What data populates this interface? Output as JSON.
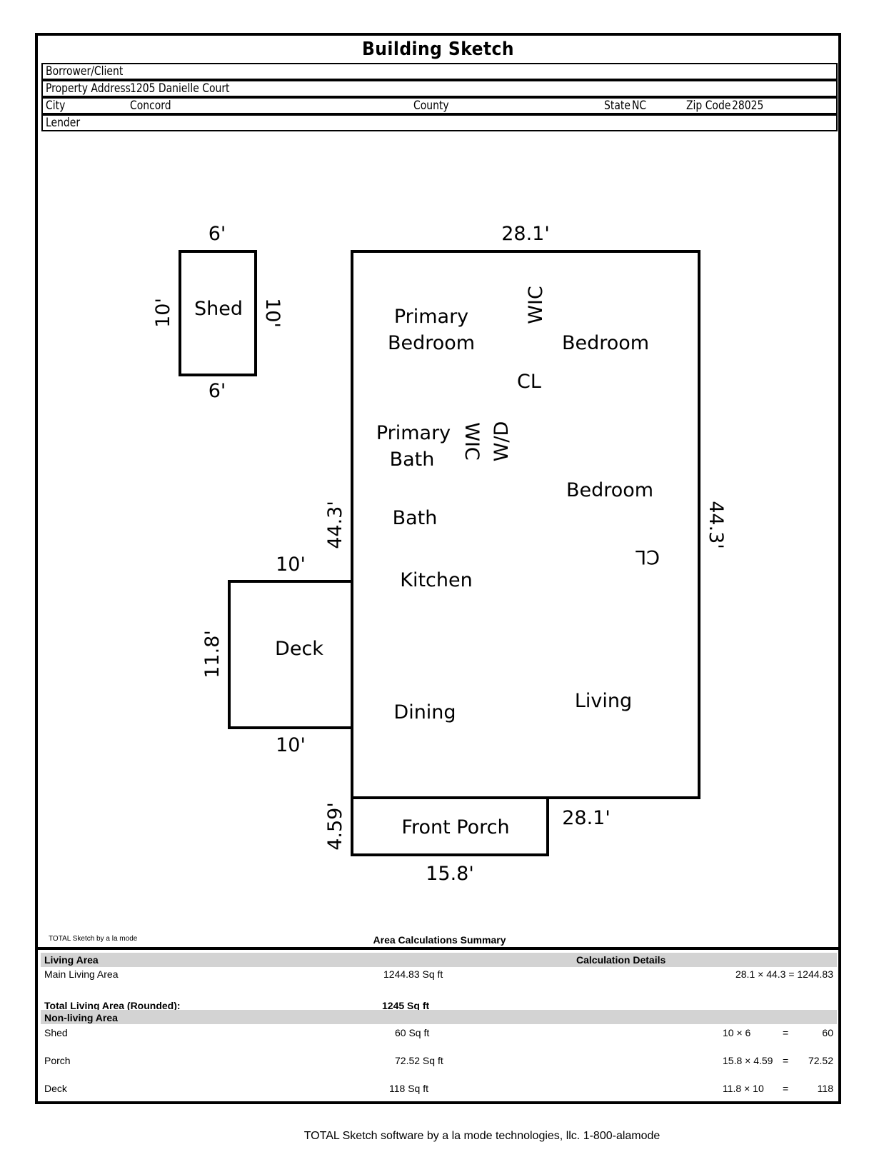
{
  "title": "Building Sketch",
  "header": {
    "borrower_label": "Borrower/Client",
    "address_label": "Property Address",
    "address_value": "1205 Danielle Court",
    "city_label": "City",
    "city_value": "Concord",
    "county_label": "County",
    "state_label": "State",
    "state_value": "NC",
    "zip_label": "Zip Code",
    "zip_value": "28025",
    "lender_label": "Lender"
  },
  "sketch": {
    "shed": {
      "label": "Shed",
      "top": "6'",
      "bottom": "6'",
      "left": "10'",
      "right": "10'"
    },
    "main": {
      "top": "28.1'",
      "right": "44.3'",
      "left": "44.3'",
      "bottom": "28.1'"
    },
    "deck": {
      "label": "Deck",
      "top": "10'",
      "bottom": "10'",
      "left": "11.8'"
    },
    "porch": {
      "label": "Front Porch",
      "bottom": "15.8'",
      "left": "4.59'"
    },
    "rooms": {
      "primary_bedroom_1": "Primary",
      "primary_bedroom_2": "Bedroom",
      "wic_top": "WIC",
      "bedroom_top": "Bedroom",
      "cl_top": "CL",
      "primary_bath_1": "Primary",
      "primary_bath_2": "Bath",
      "wic_mid": "WIC",
      "wd": "W/D",
      "bedroom_mid": "Bedroom",
      "bath": "Bath",
      "cl_mid": "CL",
      "kitchen": "Kitchen",
      "dining": "Dining",
      "living": "Living"
    }
  },
  "software_credit": "TOTAL Sketch by a la mode",
  "summary": {
    "title": "Area Calculations Summary",
    "living_area_header": "Living Area",
    "calc_details_header": "Calculation Details",
    "main_label": "Main Living Area",
    "main_area": "1244.83 Sq ft",
    "main_calc": "28.1 × 44.3  =  1244.83",
    "total_label": "Total Living Area (Rounded):",
    "total_value": "1245 Sq ft",
    "non_living_header": "Non-living Area",
    "rows": [
      {
        "label": "Shed",
        "area": "60 Sq ft",
        "calc": "10 × 6",
        "eq": "=",
        "result": "60"
      },
      {
        "label": "Porch",
        "area": "72.52 Sq ft",
        "calc": "15.8 × 4.59",
        "eq": "=",
        "result": "72.52"
      },
      {
        "label": "Deck",
        "area": "118 Sq ft",
        "calc": "11.8 × 10",
        "eq": "=",
        "result": "118"
      }
    ]
  },
  "bottom_credit": "TOTAL Sketch software by a la mode technologies, llc. 1-800-alamode"
}
